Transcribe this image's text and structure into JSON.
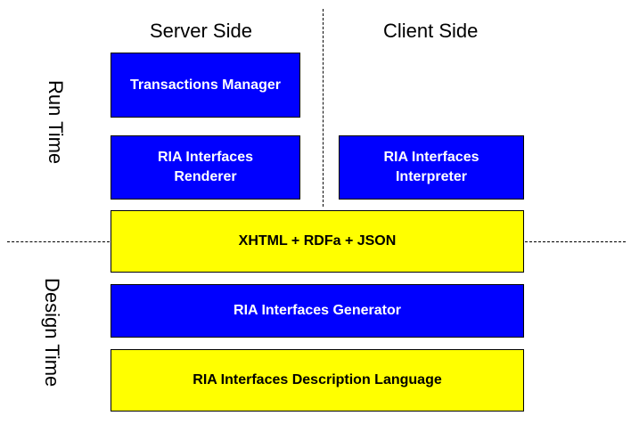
{
  "headers": {
    "server_side": "Server Side",
    "client_side": "Client Side"
  },
  "side_labels": {
    "run_time": "Run Time",
    "design_time": "Design Time"
  },
  "boxes": {
    "transactions_manager": "Transactions Manager",
    "renderer": "RIA Interfaces\nRenderer",
    "interpreter": "RIA Interfaces\nInterpreter",
    "exchange_format": "XHTML + RDFa + JSON",
    "generator": "RIA Interfaces Generator",
    "description_language": "RIA Interfaces Description Language"
  },
  "colors": {
    "blue": "#0000ff",
    "yellow": "#ffff00",
    "blue_text": "#ffffff",
    "yellow_text": "#000000"
  }
}
